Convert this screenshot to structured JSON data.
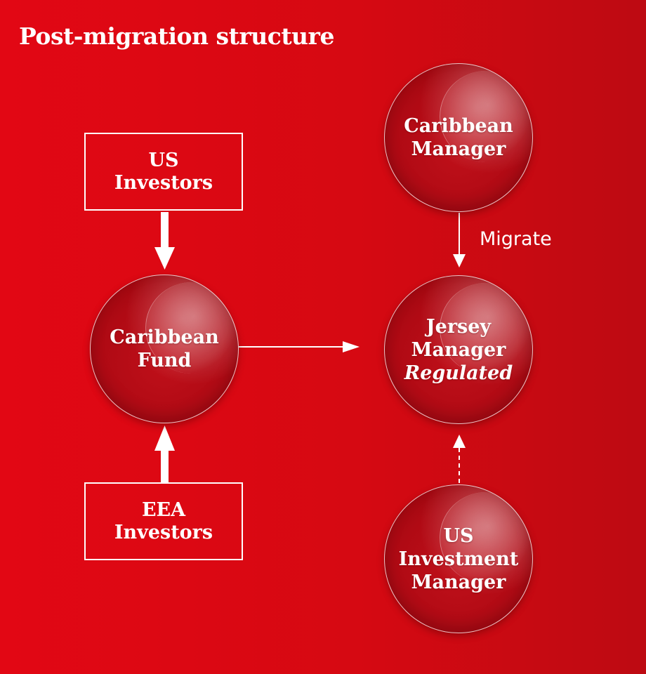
{
  "title": "Post-migration structure",
  "boxes": {
    "us_investors": [
      "US",
      "Investors"
    ],
    "eea_investors": [
      "EEA",
      "Investors"
    ]
  },
  "spheres": {
    "caribbean_manager": [
      "Caribbean",
      "Manager"
    ],
    "caribbean_fund": [
      "Caribbean",
      "Fund"
    ],
    "jersey_manager": [
      "Jersey",
      "Manager",
      "Regulated"
    ],
    "us_investment_manager": [
      "US",
      "Investment",
      "Manager"
    ]
  },
  "labels": {
    "migrate": "Migrate"
  },
  "colors": {
    "background": "#d60912",
    "foreground": "#ffffff"
  }
}
